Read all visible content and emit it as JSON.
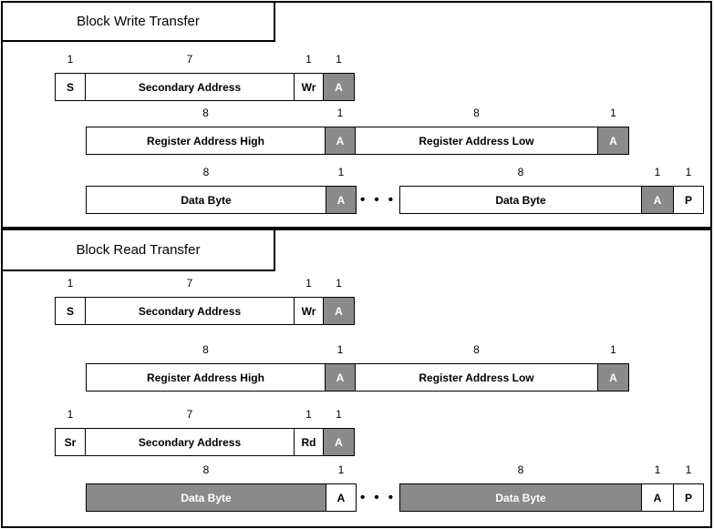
{
  "colors": {
    "secondary_driven_fill": "#8a8a8a",
    "controller_driven_fill": "#ffffff",
    "border": "#000000",
    "background": "#ffffff"
  },
  "sections": [
    {
      "title": "Block Write Transfer",
      "rows": [
        {
          "cells": [
            {
              "bits": "1",
              "label": "S"
            },
            {
              "bits": "7",
              "label": "Secondary Address"
            },
            {
              "bits": "1",
              "label": "Wr"
            },
            {
              "bits": "1",
              "label": "A"
            }
          ]
        },
        {
          "cells": [
            {
              "bits": "8",
              "label": "Register Address High"
            },
            {
              "bits": "1",
              "label": "A"
            },
            {
              "bits": "8",
              "label": "Register Address Low"
            },
            {
              "bits": "1",
              "label": "A"
            }
          ]
        },
        {
          "cells": [
            {
              "bits": "8",
              "label": "Data Byte"
            },
            {
              "bits": "1",
              "label": "A"
            },
            {
              "bits": "8",
              "label": "Data Byte"
            },
            {
              "bits": "1",
              "label": "A"
            },
            {
              "bits": "1",
              "label": "P"
            }
          ],
          "ellipsis": "• • •"
        }
      ]
    },
    {
      "title": "Block Read Transfer",
      "rows": [
        {
          "cells": [
            {
              "bits": "1",
              "label": "S"
            },
            {
              "bits": "7",
              "label": "Secondary Address"
            },
            {
              "bits": "1",
              "label": "Wr"
            },
            {
              "bits": "1",
              "label": "A"
            }
          ]
        },
        {
          "cells": [
            {
              "bits": "8",
              "label": "Register Address High"
            },
            {
              "bits": "1",
              "label": "A"
            },
            {
              "bits": "8",
              "label": "Register Address Low"
            },
            {
              "bits": "1",
              "label": "A"
            }
          ]
        },
        {
          "cells": [
            {
              "bits": "1",
              "label": "Sr"
            },
            {
              "bits": "7",
              "label": "Secondary Address"
            },
            {
              "bits": "1",
              "label": "Rd"
            },
            {
              "bits": "1",
              "label": "A"
            }
          ]
        },
        {
          "cells": [
            {
              "bits": "8",
              "label": "Data Byte"
            },
            {
              "bits": "1",
              "label": "A"
            },
            {
              "bits": "8",
              "label": "Data Byte"
            },
            {
              "bits": "1",
              "label": "A"
            },
            {
              "bits": "1",
              "label": "P"
            }
          ],
          "ellipsis": "• • •"
        }
      ]
    }
  ]
}
